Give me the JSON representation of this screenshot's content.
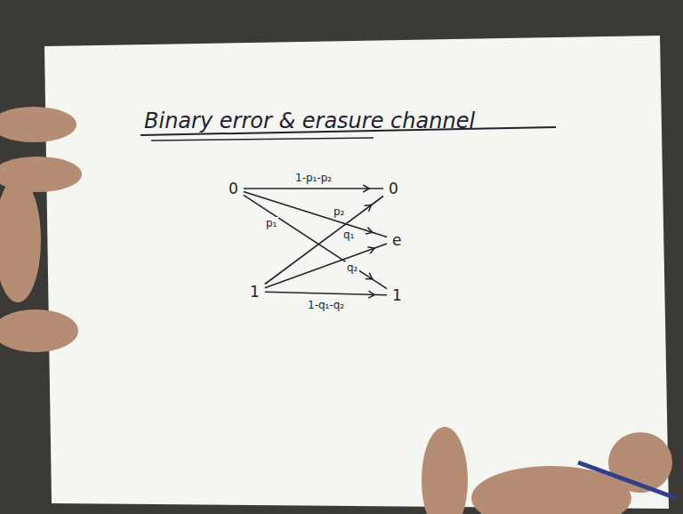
{
  "diagram": {
    "title": "Binary error & erasure channel",
    "nodes": [
      {
        "text": [
          "0"
        ]
      },
      {
        "text": [
          "0"
        ]
      },
      {
        "text": [
          "e"
        ]
      },
      {
        "text": [
          "1"
        ]
      },
      {
        "text": [
          "1"
        ]
      }
    ],
    "edges": [
      {
        "from": 0,
        "to": 1,
        "arrow": "to",
        "label": "1-p₁-p₂"
      },
      {
        "from": 0,
        "to": 2,
        "arrow": "to",
        "label": "p₂"
      },
      {
        "from": 0,
        "to": 4,
        "arrow": "to",
        "label": "p₁"
      },
      {
        "from": 3,
        "to": 1,
        "arrow": "to",
        "label": "q₁"
      },
      {
        "from": 3,
        "to": 2,
        "arrow": "to",
        "label": "q₂"
      },
      {
        "from": 3,
        "to": 4,
        "arrow": "to",
        "label": "1-q₁-q₂"
      }
    ]
  }
}
